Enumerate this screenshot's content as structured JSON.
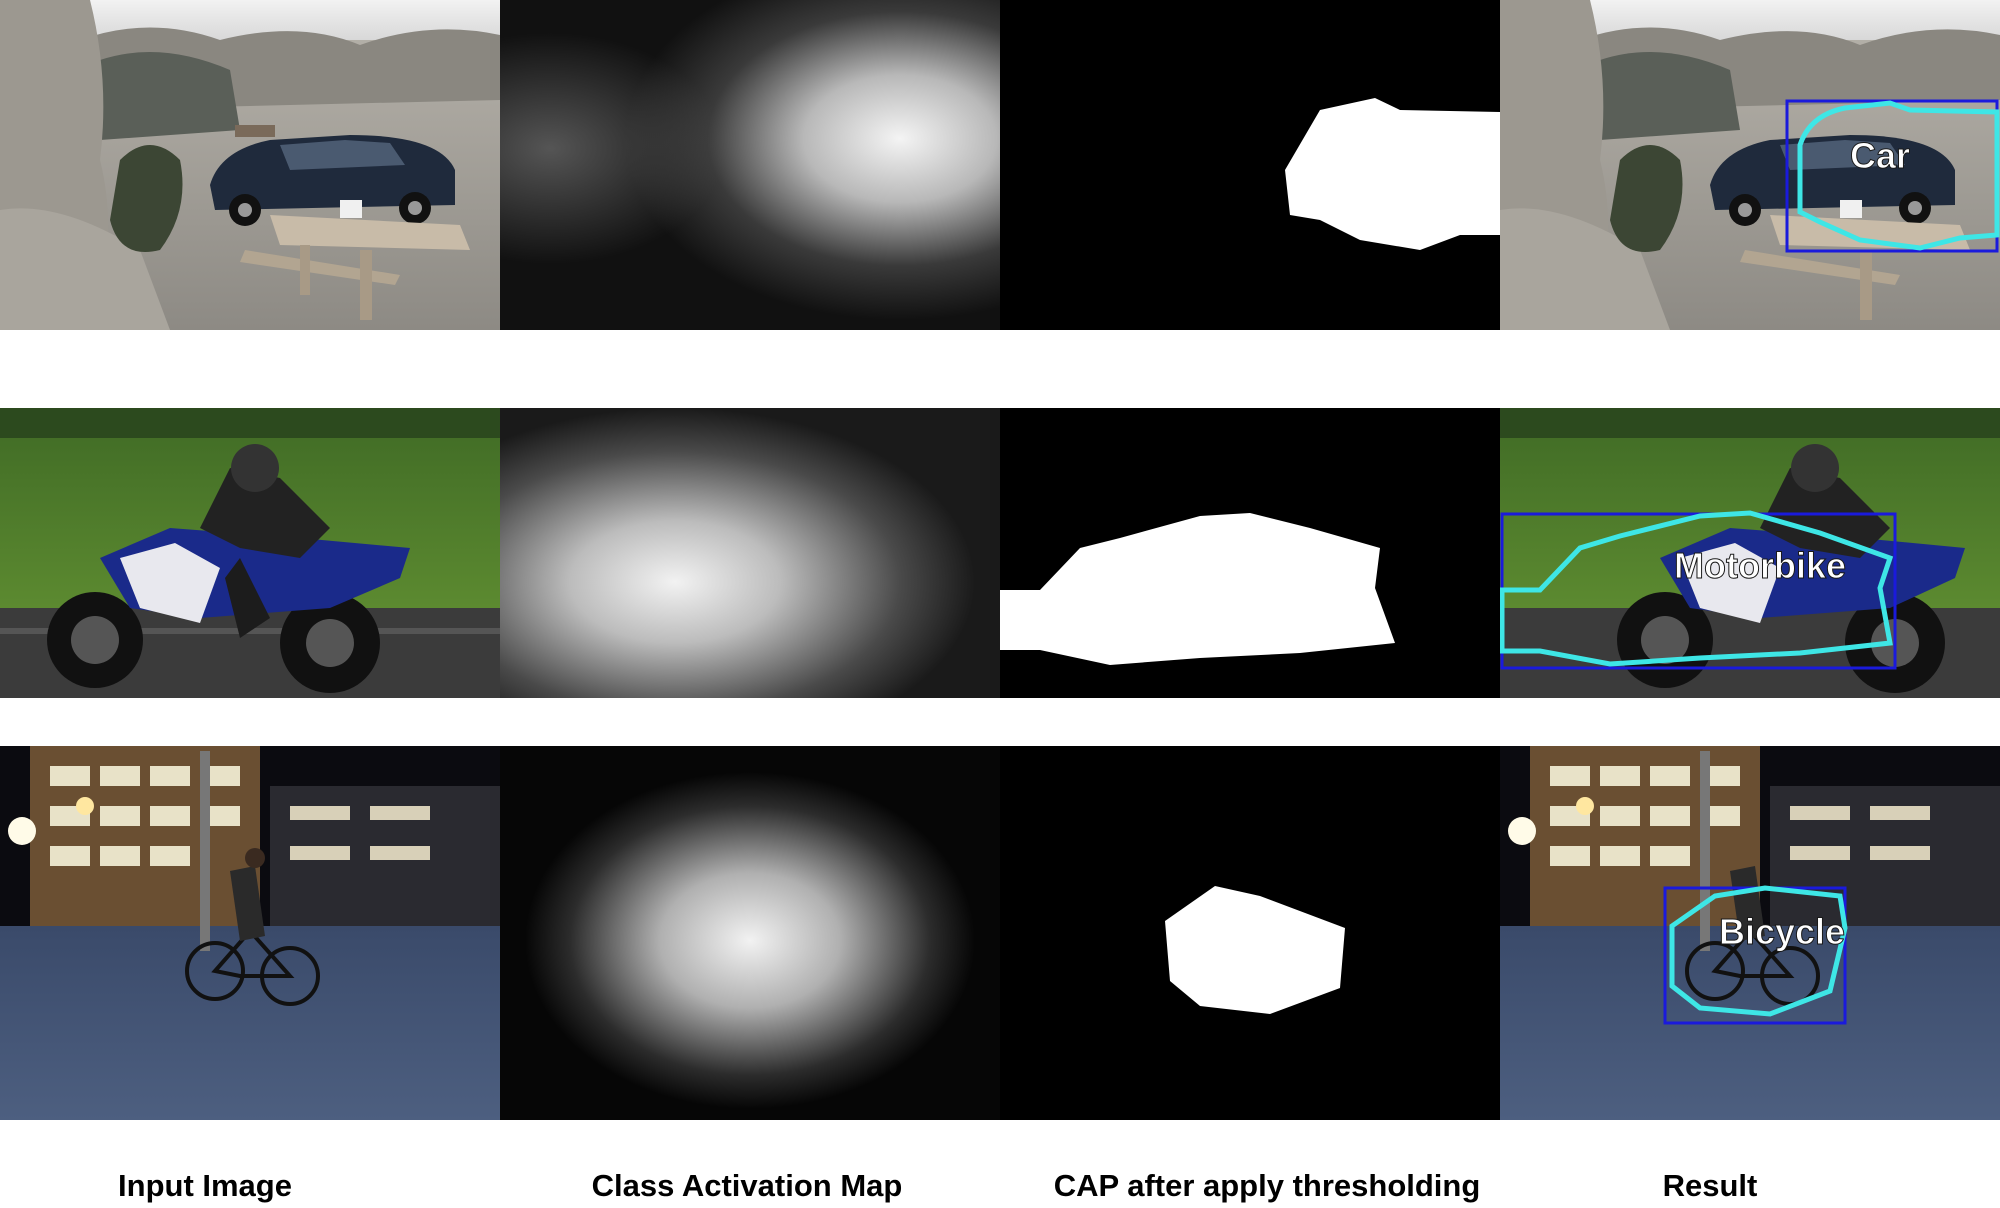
{
  "captions": {
    "input_image": "Input Image",
    "class_activation_map": "Class Activation Map",
    "cap_thresholding": "CAP after apply thresholding",
    "result": "Result"
  },
  "rows": [
    {
      "class_label": "Car",
      "scene": "parked station wagon beside picnic table among desert boulders"
    },
    {
      "class_label": "Motorbike",
      "scene": "rider on sport motorbike with motion-blurred grass background"
    },
    {
      "class_label": "Bicycle",
      "scene": "cyclist on bicycle in plaza at night in front of lit buildings"
    }
  ],
  "colors": {
    "bounding_box": "#1a1adc",
    "contour": "#3ee6e6",
    "label_text": "#ffffff"
  }
}
